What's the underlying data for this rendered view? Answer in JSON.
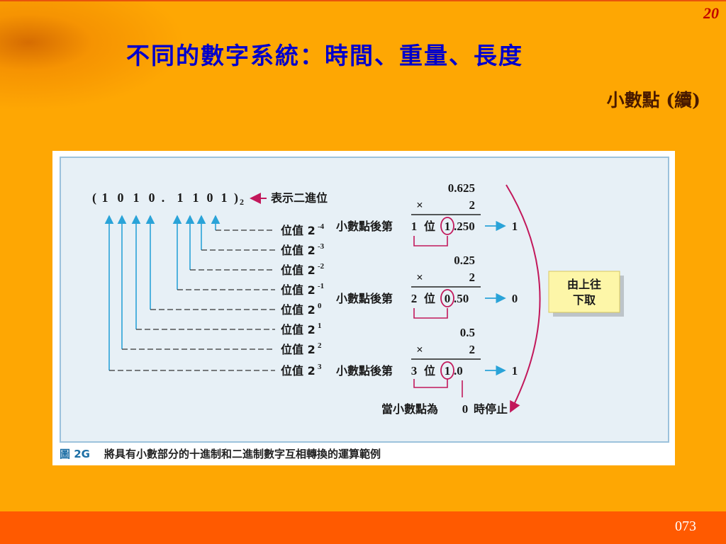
{
  "slide": {
    "number": "20",
    "title": "不同的數字系統：時間、重量、長度",
    "subtitle": "小數點 (續)",
    "page_code": "073"
  },
  "figure": {
    "binary_open": "(",
    "binary_digits": [
      "1",
      "0",
      "1",
      "0",
      ".",
      "1",
      "1",
      "0",
      "1"
    ],
    "binary_close": ")",
    "binary_base": "2",
    "binary_label": "表示二進位",
    "place_values": [
      {
        "label": "位值 2",
        "exp": "-4"
      },
      {
        "label": "位值 2",
        "exp": "-3"
      },
      {
        "label": "位值 2",
        "exp": "-2"
      },
      {
        "label": "位值 2",
        "exp": "-1"
      },
      {
        "label": "位值 2",
        "exp": "0"
      },
      {
        "label": "位值 2",
        "exp": "1"
      },
      {
        "label": "位值 2",
        "exp": "2"
      },
      {
        "label": "位值 2",
        "exp": "3"
      }
    ],
    "steps": [
      {
        "top": "0.625",
        "times": "×",
        "mult": "2",
        "label_pre": "小數點後第",
        "label_num": "1",
        "label_post": "位",
        "digit": "1",
        "rest": ".250",
        "result": "1"
      },
      {
        "top": "0.25",
        "times": "×",
        "mult": "2",
        "label_pre": "小數點後第",
        "label_num": "2",
        "label_post": "位",
        "digit": "0",
        "rest": ".50",
        "result": "0"
      },
      {
        "top": "0.5",
        "times": "×",
        "mult": "2",
        "label_pre": "小數點後第",
        "label_num": "3",
        "label_post": "位",
        "digit": "1",
        "rest": ".0",
        "result": "1"
      }
    ],
    "stop_note_pre": "當小數點為",
    "stop_note_num": "0",
    "stop_note_post": "時停止",
    "read_order": [
      "由上往",
      "下取"
    ],
    "caption_label": "圖 2G",
    "caption_text": "將具有小數部分的十進制和二進制數字互相轉換的運算範例"
  },
  "colors": {
    "background": "#fea703",
    "title": "#0000cc",
    "footer": "#ff5a00",
    "arrow_blue": "#2aa3d8",
    "magenta": "#c2185b",
    "note_box": "#fdf6a8"
  }
}
